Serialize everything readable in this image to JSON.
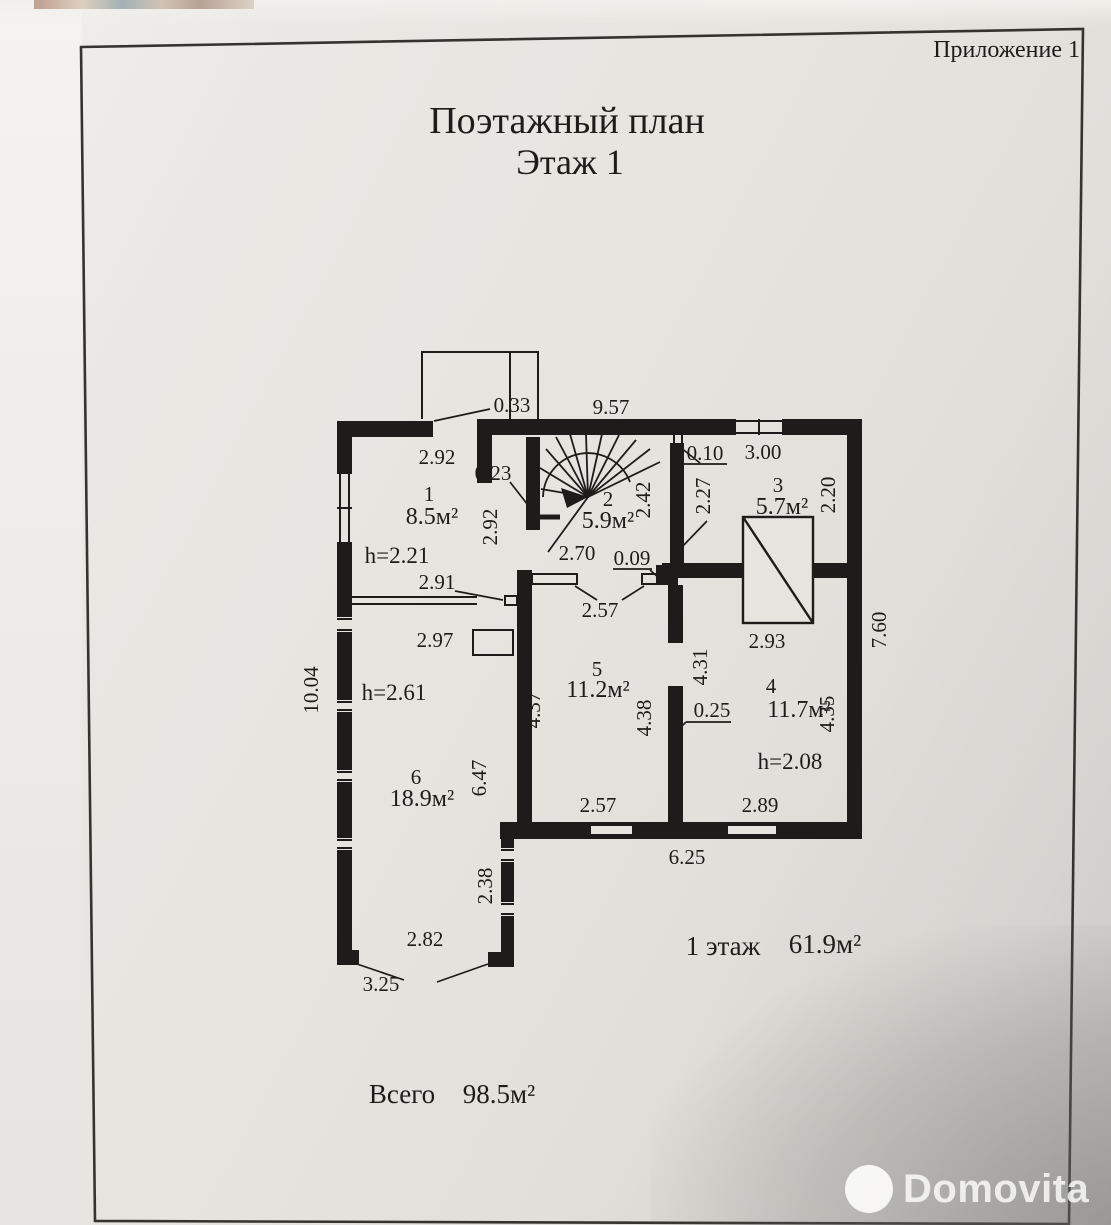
{
  "document": {
    "appendix": "Приложение 1",
    "title": "Поэтажный план",
    "subtitle": "Этаж 1",
    "floor_summary": {
      "label": "1 этаж",
      "value": "61.9м²"
    },
    "total_summary": {
      "label": "Всего",
      "value": "98.5м²"
    }
  },
  "plan": {
    "rooms": [
      {
        "number": "1",
        "area": "8.5м²",
        "height": "h=2.21"
      },
      {
        "number": "2",
        "area": "5.9м²"
      },
      {
        "number": "3",
        "area": "5.7м²"
      },
      {
        "number": "4",
        "area": "11.7м²",
        "height": "h=2.08"
      },
      {
        "number": "5",
        "area": "11.2м²"
      },
      {
        "number": "6",
        "area": "18.9м²",
        "height": "h=2.61"
      }
    ],
    "dims": {
      "d033": "0.33",
      "d957": "9.57",
      "d292top": "2.92",
      "d023": "0.23",
      "d010": "0.10",
      "d300": "3.00",
      "d242": "2.42",
      "d227": "2.27",
      "d220": "2.20",
      "d292hall": "2.92",
      "d270": "2.70",
      "d009": "0.09",
      "d291": "2.91",
      "d257top": "2.57",
      "d293": "2.93",
      "d760": "7.60",
      "d297": "2.97",
      "d1004": "10.04",
      "d437": "4.37",
      "d431": "4.31",
      "d438": "4.38",
      "d025": "0.25",
      "d435": "4.35",
      "d647": "6.47",
      "d257bot": "2.57",
      "d289": "2.89",
      "d625": "6.25",
      "d238": "2.38",
      "d282": "2.82",
      "d325": "3.25"
    }
  },
  "watermark": {
    "brand": "Domovita"
  },
  "colors": {
    "paper": "#e7e4e0",
    "ink": "#1d1c1a",
    "frame": "#35332f",
    "watermark": "#fcfcfa"
  }
}
